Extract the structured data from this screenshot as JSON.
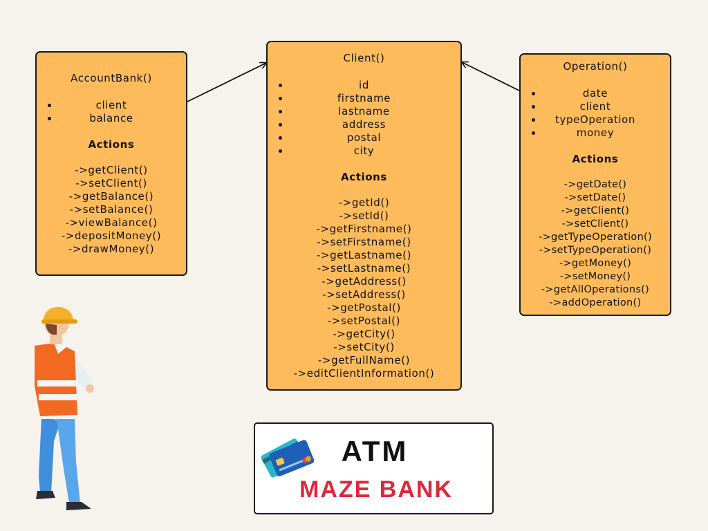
{
  "account_bank": {
    "title": "AccountBank()",
    "attributes": [
      "client",
      "balance"
    ],
    "actions_heading": "Actions",
    "methods": [
      "->getClient()",
      "->setClient()",
      "->getBalance()",
      "->setBalance()",
      "->viewBalance()",
      "->depositMoney()",
      "->drawMoney()"
    ]
  },
  "client": {
    "title": "Client()",
    "attributes": [
      "id",
      "firstname",
      "lastname",
      "address",
      "postal",
      "city"
    ],
    "actions_heading": "Actions",
    "methods": [
      "->getId()",
      "->setId()",
      "->getFirstname()",
      "->setFirstname()",
      "->getLastname()",
      "->setLastname()",
      "->getAddress()",
      "->setAddress()",
      "->getPostal()",
      "->setPostal()",
      "->getCity()",
      "->setCity()",
      "->getFullName()",
      "->editClientInformation()"
    ]
  },
  "operation": {
    "title": "Operation()",
    "attributes": [
      "date",
      "client",
      "typeOperation",
      "money"
    ],
    "actions_heading": "Actions",
    "methods": [
      "->getDate()",
      "->setDate()",
      "->getClient()",
      "->setClient()",
      "->getTypeOperation()",
      "->setTypeOperation()",
      "->getMoney()",
      "->setMoney()",
      "->getAllOperations()",
      "->addOperation()"
    ]
  },
  "logo": {
    "line1": "ATM",
    "line2": "MAZE BANK"
  },
  "colors": {
    "card_fill": "#fdbb5c",
    "background": "#f6f2ec",
    "bank_red": "#e0263a"
  }
}
